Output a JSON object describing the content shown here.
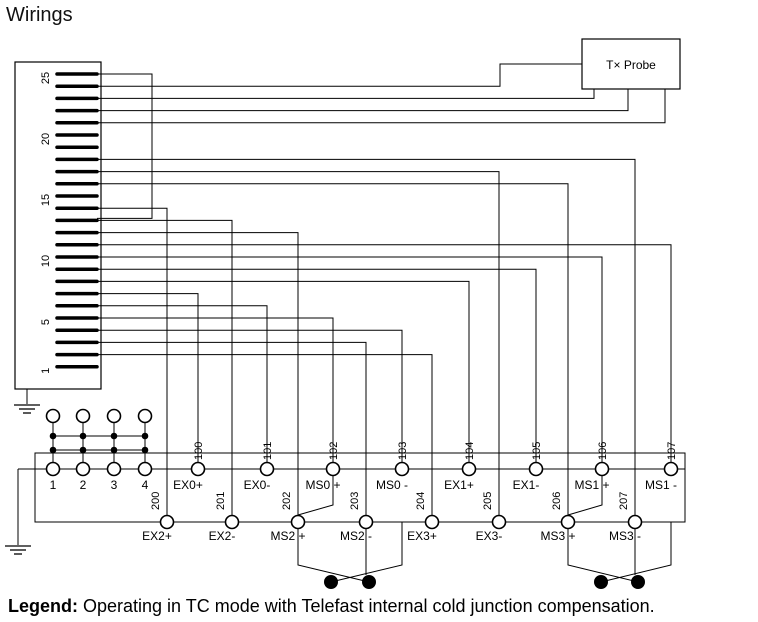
{
  "title": "Wirings",
  "probe_label": "T× Probe",
  "connector_numbers": [
    "25",
    "20",
    "15",
    "10",
    "5",
    "1"
  ],
  "jumper_labels": [
    "1",
    "2",
    "3",
    "4"
  ],
  "top_terminals": [
    {
      "num": "100",
      "label": "EX0+"
    },
    {
      "num": "101",
      "label": "EX0-"
    },
    {
      "num": "102",
      "label": "MS0 +"
    },
    {
      "num": "103",
      "label": "MS0 -"
    },
    {
      "num": "104",
      "label": "EX1+"
    },
    {
      "num": "105",
      "label": "EX1-"
    },
    {
      "num": "106",
      "label": "MS1 +"
    },
    {
      "num": "107",
      "label": "MS1 -"
    }
  ],
  "bottom_terminals": [
    {
      "num": "200",
      "label": "EX2+"
    },
    {
      "num": "201",
      "label": "EX2-"
    },
    {
      "num": "202",
      "label": "MS2 +"
    },
    {
      "num": "203",
      "label": "MS2 -"
    },
    {
      "num": "204",
      "label": "EX3+"
    },
    {
      "num": "205",
      "label": "EX3-"
    },
    {
      "num": "206",
      "label": "MS3 +"
    },
    {
      "num": "207",
      "label": "MS3 -"
    }
  ],
  "legend": {
    "bold": "Legend:",
    "text": " Operating in TC mode with Telefast internal cold junction compensation."
  }
}
